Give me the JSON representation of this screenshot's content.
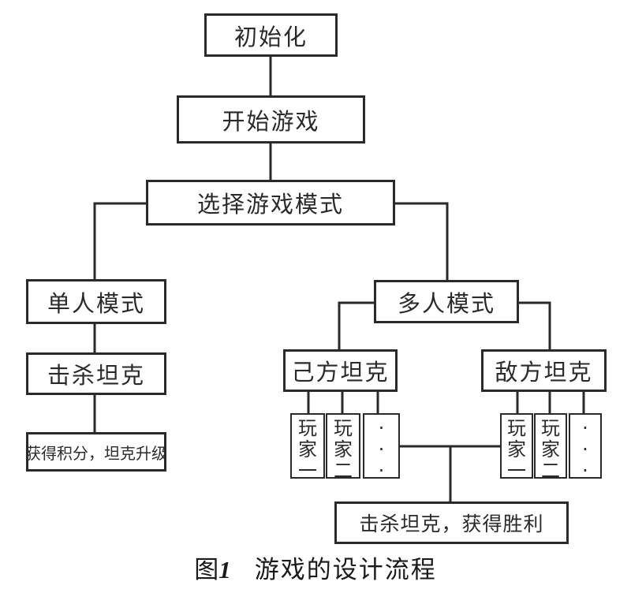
{
  "nodes": {
    "init": "初始化",
    "start_game": "开始游戏",
    "select_mode": "选择游戏模式",
    "single_mode": "单人模式",
    "single_kill": "击杀坦克",
    "single_result": "获得积分，坦克升级",
    "multi_mode": "多人模式",
    "own_tanks": "己方坦克",
    "enemy_tanks": "敌方坦克",
    "own_players": [
      {
        "chars": [
          "玩",
          "家",
          "一"
        ]
      },
      {
        "chars": [
          "玩",
          "家",
          "二"
        ]
      },
      {
        "chars": [
          "·",
          "·",
          "·"
        ]
      }
    ],
    "enemy_players": [
      {
        "chars": [
          "玩",
          "家",
          "一"
        ]
      },
      {
        "chars": [
          "玩",
          "家",
          "二"
        ]
      },
      {
        "chars": [
          "·",
          "·",
          "·"
        ]
      }
    ],
    "multi_result": "击杀坦克，获得胜利"
  },
  "caption": {
    "label": "图",
    "number": "1",
    "title": "游戏的设计流程"
  },
  "colors": {
    "line": "#2a2a2a",
    "box_fill": "#ffffff"
  }
}
